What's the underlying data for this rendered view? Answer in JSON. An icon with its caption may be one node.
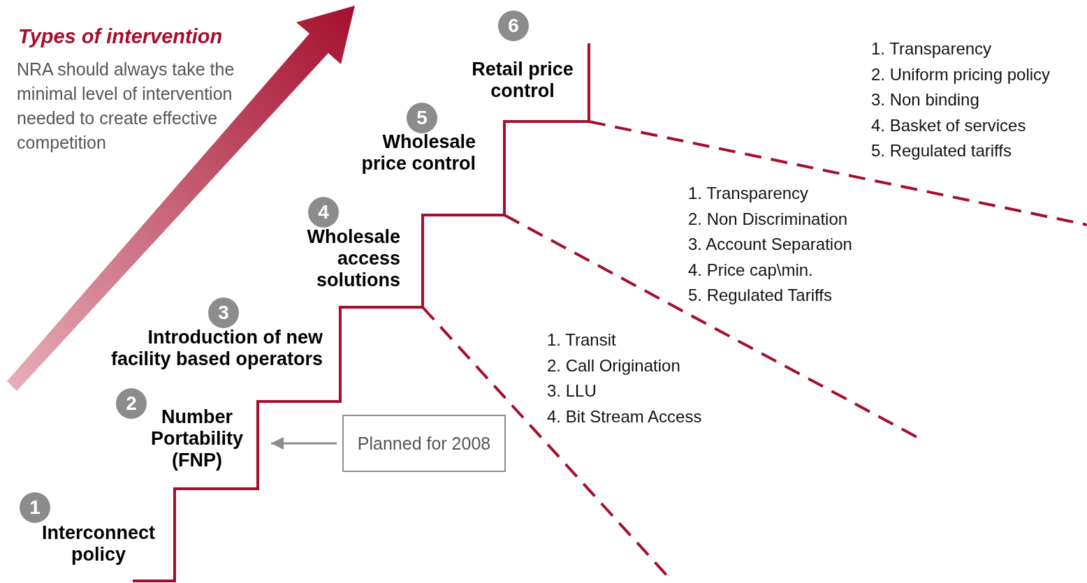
{
  "diagram": {
    "title": "Types of intervention",
    "nodes": [
      {
        "text": [
          "1"
        ]
      },
      {
        "text": [
          "Interconnect policy"
        ]
      },
      {
        "text": [
          "2"
        ]
      },
      {
        "text": [
          "Number Portability (FNP)"
        ]
      },
      {
        "text": [
          "3"
        ]
      },
      {
        "text": [
          "Introduction of new facility based operators"
        ]
      },
      {
        "text": [
          "4"
        ]
      },
      {
        "text": [
          "Wholesale access solutions"
        ]
      },
      {
        "text": [
          "5"
        ]
      },
      {
        "text": [
          "Wholesale price control"
        ]
      },
      {
        "text": [
          "6"
        ]
      },
      {
        "text": [
          "Retail price control"
        ]
      },
      {
        "text": [
          "Planned for 2008"
        ]
      }
    ],
    "edges": [
      {
        "from": 12,
        "to": 3,
        "arrow": "to"
      }
    ],
    "labels": [
      "NRA should always take the minimal level of intervention needed to create effective competition",
      "1. Transparency",
      "2. Uniform pricing policy",
      "3. Non binding",
      "4. Basket of services",
      "5. Regulated tariffs",
      "1. Transparency",
      "2. Non Discrimination",
      "3. Account Separation",
      "4. Price cap\\min.",
      "5. Regulated Tariffs",
      "1. Transit",
      "2. Call Origination",
      "3. LLU",
      "4. Bit Stream Access"
    ]
  }
}
